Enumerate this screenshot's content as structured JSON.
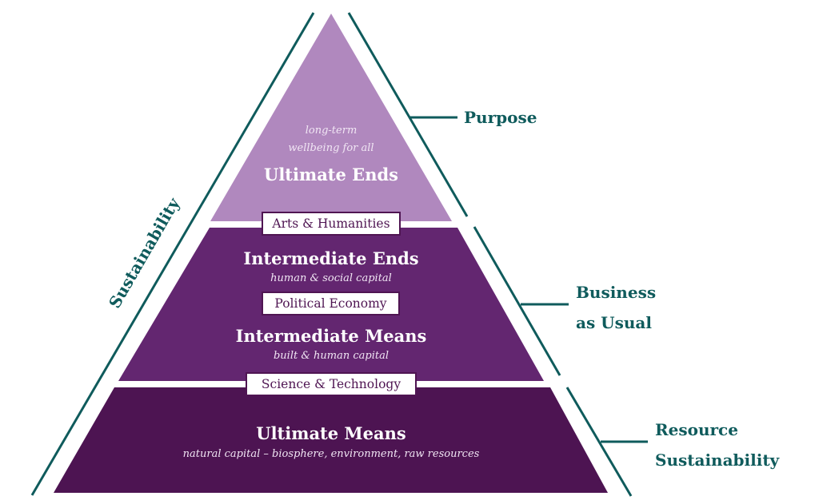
{
  "colors": {
    "teal": "#0f5b5c",
    "tier_top": "#b088be",
    "tier_middle": "#632670",
    "tier_bottom": "#4d1452",
    "white": "#ffffff"
  },
  "tiers": {
    "top": {
      "subtitle_line1": "long-term",
      "subtitle_line2": "wellbeing for all",
      "title": "Ultimate Ends"
    },
    "middle_upper": {
      "title": "Intermediate Ends",
      "subtitle": "human & social capital"
    },
    "middle_lower": {
      "title": "Intermediate Means",
      "subtitle": "built & human capital"
    },
    "bottom": {
      "title": "Ultimate Means",
      "subtitle": "natural capital – biosphere, environment, raw resources"
    }
  },
  "boundary_labels": {
    "arts": "Arts & Humanities",
    "political": "Political Economy",
    "science": "Science & Technology"
  },
  "side_labels": {
    "left": "Sustainability",
    "purpose": "Purpose",
    "business_line1": "Business",
    "business_line2": "as Usual",
    "resource_line1": "Resource",
    "resource_line2": "Sustainability"
  }
}
